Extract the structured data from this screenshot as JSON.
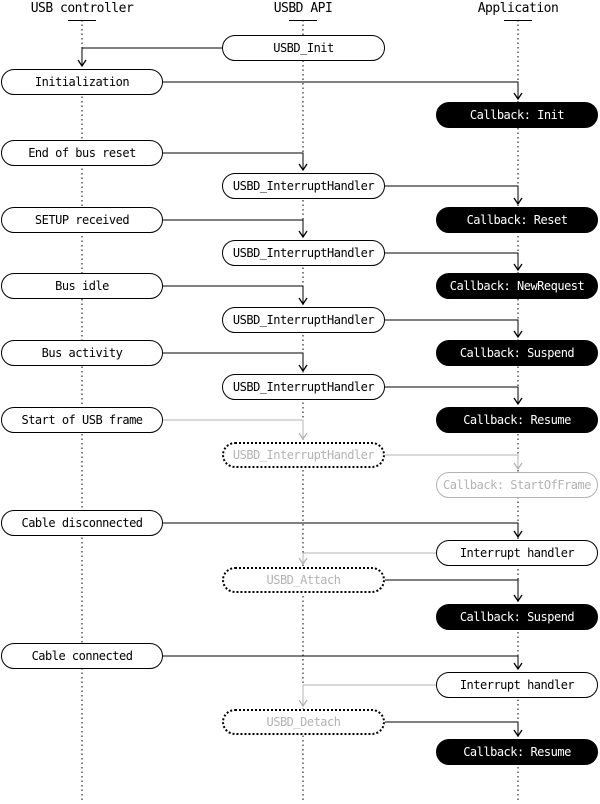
{
  "lanes": [
    {
      "label": "USB controller"
    },
    {
      "label": "USBD API"
    },
    {
      "label": "Application"
    }
  ],
  "nodes": [
    {
      "label": "USBD_Init"
    },
    {
      "label": "Initialization"
    },
    {
      "label": "Callback: Init"
    },
    {
      "label": "End of bus reset"
    },
    {
      "label": "USBD_InterruptHandler"
    },
    {
      "label": "Callback: Reset"
    },
    {
      "label": "SETUP received"
    },
    {
      "label": "USBD_InterruptHandler"
    },
    {
      "label": "Callback: NewRequest"
    },
    {
      "label": "Bus idle"
    },
    {
      "label": "USBD_InterruptHandler"
    },
    {
      "label": "Callback: Suspend"
    },
    {
      "label": "Bus activity"
    },
    {
      "label": "USBD_InterruptHandler"
    },
    {
      "label": "Callback: Resume"
    },
    {
      "label": "Start of USB frame"
    },
    {
      "label": "USBD_InterruptHandler"
    },
    {
      "label": "Callback: StartOfFrame"
    },
    {
      "label": "Cable disconnected"
    },
    {
      "label": "Interrupt handler"
    },
    {
      "label": "USBD_Attach"
    },
    {
      "label": "Callback: Suspend"
    },
    {
      "label": "Cable connected"
    },
    {
      "label": "Interrupt handler"
    },
    {
      "label": "USBD_Detach"
    },
    {
      "label": "Callback: Resume"
    }
  ],
  "colors": {
    "line": "#000000",
    "muted": "#b3b3b3",
    "dark_pill_bg": "#000000",
    "dark_pill_text": "#ffffff",
    "background": "#ffffff"
  }
}
